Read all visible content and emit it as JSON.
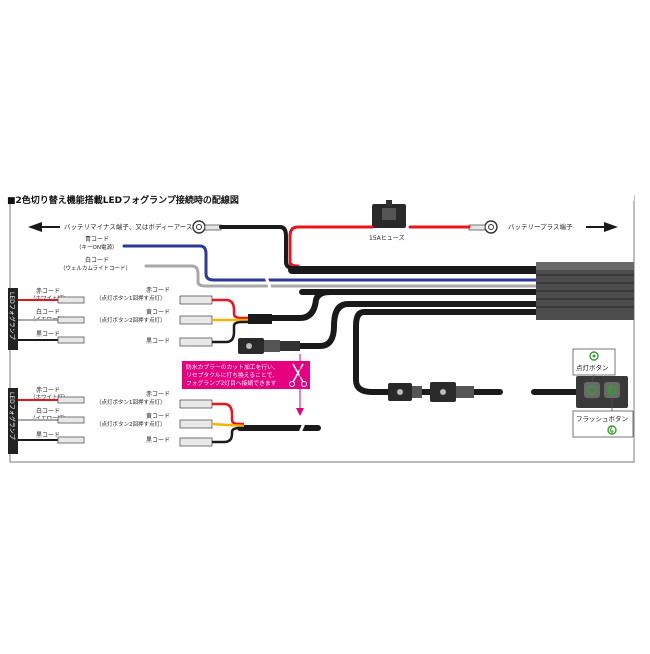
{
  "title": "■2色切り替え機能搭載LEDフォグランプ接続時の配線図",
  "labels": {
    "battery_minus": "バッテリマイナス端子、又はボディーアース",
    "battery_plus": "バッテリープラス端子",
    "fuse": "15Aヒューズ",
    "blue_cord": "青コード",
    "blue_cord_sub": "（キーON電源）",
    "white_cord": "白コード",
    "white_cord_sub": "（ウェルカムライトコード）",
    "fog_side_label": "LEDフォグランプ",
    "left_red": "赤コード",
    "left_red_sub": "（ホワイト灯）",
    "left_white": "白コード",
    "left_white_sub": "（イエロー灯）",
    "left_black": "黒コード",
    "mid_red": "赤コード",
    "mid_red_sub": "（点灯ボタン1回押す点灯）",
    "mid_yellow": "黄コード",
    "mid_yellow_sub": "（点灯ボタン2回押す点灯）",
    "mid_black": "黒コード",
    "note_line1": "防水カプラーのカット加工を行い、",
    "note_line2": "リセプタクルに打ち換えることで、",
    "note_line3": "フォグランプ2灯目へ接続できます",
    "switch_on": "点灯ボタン",
    "switch_flash": "フラッシュボタン"
  },
  "colors": {
    "red_wire": "#e8141e",
    "blue_wire": "#2b3a9a",
    "gray_wire": "#a8a8a8",
    "yellow_wire": "#f4b400",
    "black_wire": "#1a1a1a",
    "magenta": "#e4007f",
    "green_icon": "#32a02d"
  }
}
